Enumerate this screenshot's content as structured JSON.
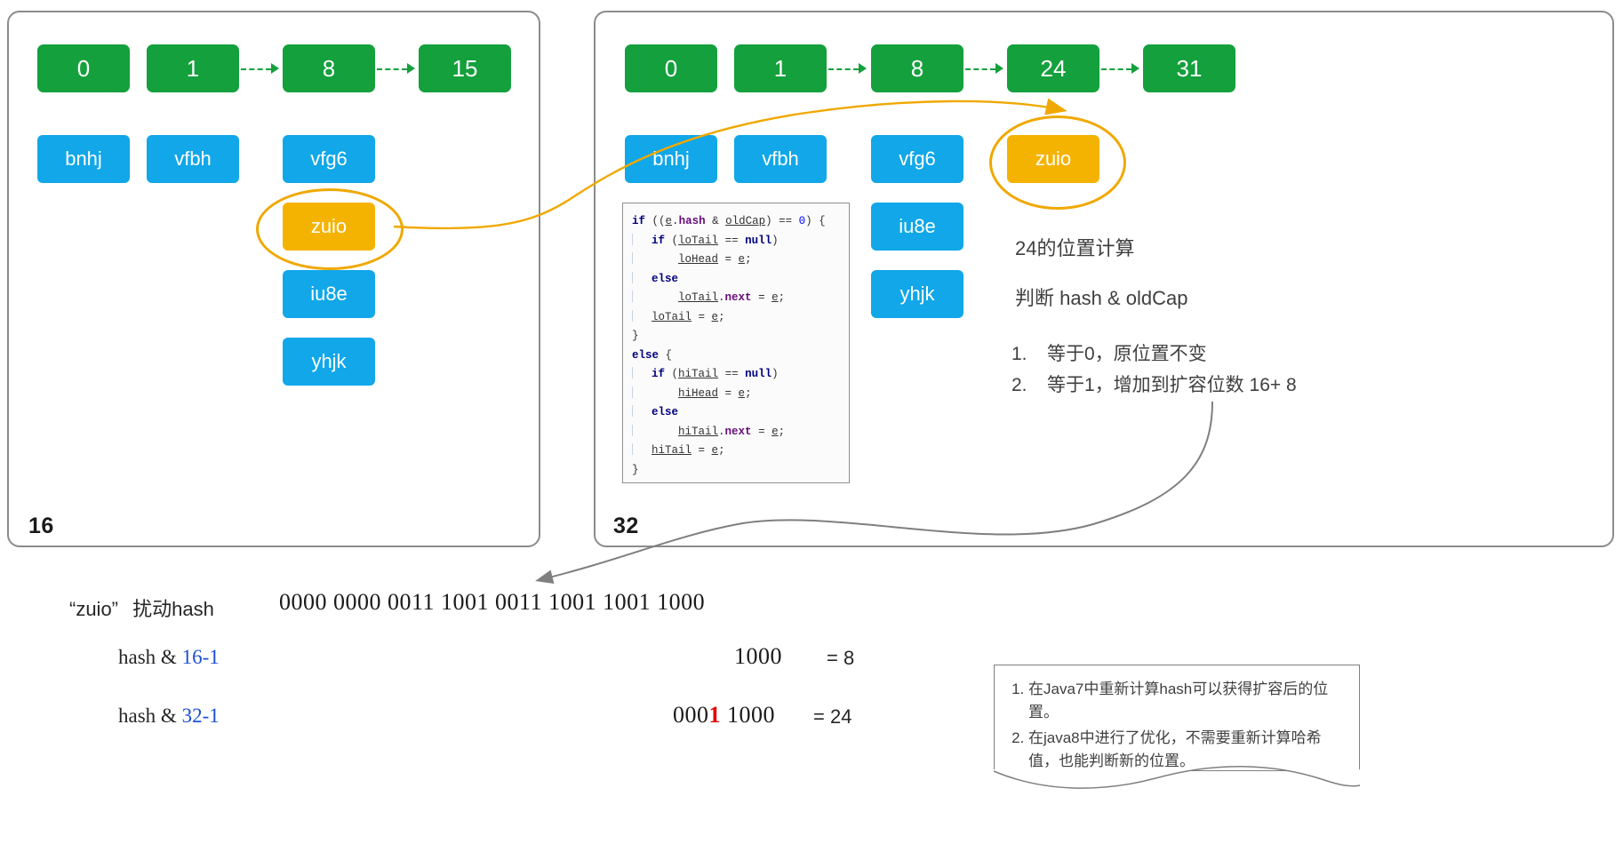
{
  "panels": {
    "left": {
      "caption": "16",
      "buckets": [
        "0",
        "1",
        "8",
        "15"
      ],
      "chain": [
        "bnhj",
        "vfbh",
        "vfg6",
        "zuio",
        "iu8e",
        "yhjk"
      ]
    },
    "right": {
      "caption": "32",
      "buckets": [
        "0",
        "1",
        "8",
        "24",
        "31"
      ],
      "chain": [
        "bnhj",
        "vfbh",
        "vfg6",
        "zuio",
        "iu8e",
        "yhjk"
      ]
    }
  },
  "code": {
    "lines": [
      "if ((e.hash & oldCap) == 0) {",
      "    if (loTail == null)",
      "        loHead = e;",
      "    else",
      "        loTail.next = e;",
      "    loTail = e;",
      "}",
      "else {",
      "    if (hiTail == null)",
      "        hiHead = e;",
      "    else",
      "        hiTail.next = e;",
      "    hiTail = e;",
      "}"
    ]
  },
  "notes_right": {
    "title": "24的位置计算",
    "subtitle": "判断 hash & oldCap",
    "items": [
      {
        "index": "1.",
        "text": "等于0，原位置不变"
      },
      {
        "index": "2.",
        "text": "等于1，增加到扩容位数 16+ 8"
      }
    ]
  },
  "bottom": {
    "rows": [
      {
        "label_quote": "“zuio”",
        "label_text": "扰动hash",
        "bits": "0000 0000 0011 1001 0011 1001 1001 1000",
        "result": ""
      },
      {
        "label_prefix": "hash & ",
        "label_accent": "16-1",
        "bits": "1000",
        "result": "= 8"
      },
      {
        "label_prefix": "hash & ",
        "label_accent": "32-1",
        "bits_pre": "000",
        "bits_mark": "1",
        "bits_post": " 1000",
        "result": "= 24"
      }
    ]
  },
  "note_box": {
    "items": [
      "在Java7中重新计算hash可以获得扩容后的位置。",
      "在java8中进行了优化，不需要重新计算哈希值，也能判断新的位置。"
    ]
  },
  "colors": {
    "bucket_green": "#14a03c",
    "node_blue": "#11a7e8",
    "highlight_orange": "#f5b301",
    "ellipse_orange": "#f0a800",
    "panel_border": "#8c8c8c",
    "arrow_gray": "#7f7f7f",
    "accent_blue": "#1c4fd8",
    "accent_red": "#e00000"
  }
}
